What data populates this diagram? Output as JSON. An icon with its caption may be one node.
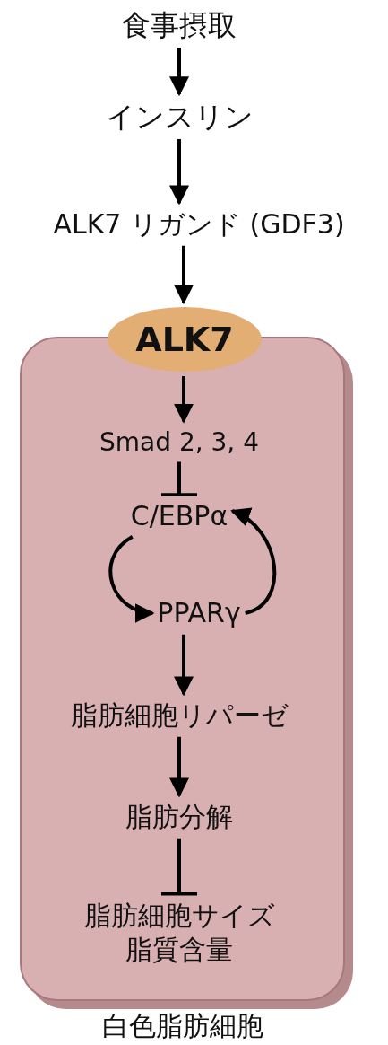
{
  "diagram": {
    "nodes": [
      {
        "text": [
          "食事摂取"
        ]
      },
      {
        "text": [
          "インスリン"
        ]
      },
      {
        "text": [
          "ALK7 リガンド (GDF3)"
        ]
      },
      {
        "text": [
          "白色脂肪細胞"
        ]
      },
      {
        "text": [
          "ALK7"
        ]
      },
      {
        "text": [
          "Smad 2, 3, 4"
        ],
        "in": 3
      },
      {
        "text": [
          "C/EBPα"
        ],
        "in": 3
      },
      {
        "text": [
          "PPARγ"
        ],
        "in": 3
      },
      {
        "text": [
          "脂肪細胞リパーゼ"
        ],
        "in": 3
      },
      {
        "text": [
          "脂肪分解"
        ],
        "in": 3
      },
      {
        "text": [
          "脂肪細胞サイズ脂質含量"
        ],
        "in": 3
      }
    ],
    "edges": [
      {
        "from": 0,
        "to": 1,
        "arrow": "to"
      },
      {
        "from": 1,
        "to": 2,
        "arrow": "to"
      },
      {
        "from": 2,
        "to": 4,
        "arrow": "to"
      },
      {
        "from": 4,
        "to": 5,
        "arrow": "to"
      },
      {
        "from": 5,
        "to": 6,
        "arrow": "other"
      },
      {
        "from": 6,
        "to": 7,
        "arrow": "to"
      },
      {
        "from": 7,
        "to": 6,
        "arrow": "to"
      },
      {
        "from": 7,
        "to": 8,
        "arrow": "to"
      },
      {
        "from": 8,
        "to": 9,
        "arrow": "to"
      },
      {
        "from": 9,
        "to": 10,
        "arrow": "other"
      }
    ]
  }
}
